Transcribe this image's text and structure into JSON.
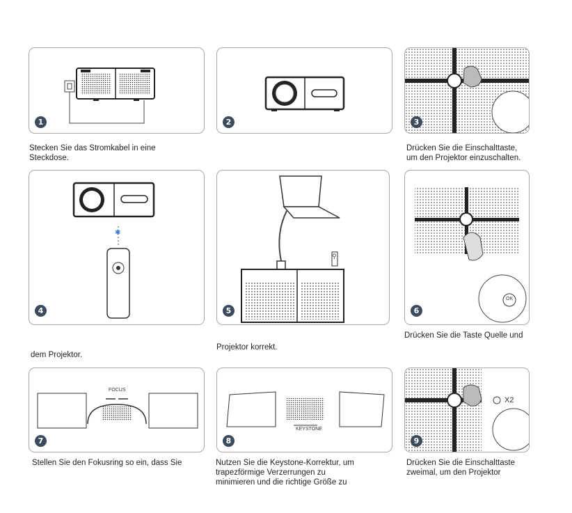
{
  "steps": [
    {
      "number": "1",
      "caption": [
        "Stecken Sie das Stromkabel in eine",
        "Steckdose."
      ]
    },
    {
      "number": "2",
      "caption": []
    },
    {
      "number": "3",
      "caption": [
        "Drücken Sie die Einschalttaste,",
        "um den Projektor einzuschalten."
      ]
    },
    {
      "number": "4",
      "caption": [
        "dem Projektor."
      ]
    },
    {
      "number": "5",
      "caption": [
        "Projektor korrekt."
      ]
    },
    {
      "number": "6",
      "caption": [
        "Drücken Sie die Taste Quelle und"
      ]
    },
    {
      "number": "7",
      "caption": [
        "Stellen Sie den Fokusring so ein, dass Sie"
      ]
    },
    {
      "number": "8",
      "caption": [
        "Nutzen Sie die Keystone-Korrektur, um",
        "trapezförmige Verzerrungen zu",
        "minimieren und die richtige Größe zu"
      ]
    },
    {
      "number": "9",
      "caption": [
        "Drücken Sie die Einschalttaste",
        "zweimal, um den Projektor"
      ]
    }
  ],
  "labels": {
    "focus": "FOCUS",
    "keystone": "KEYSTONE",
    "x2": "X2",
    "ok": "OK"
  },
  "colors": {
    "badge": "#3b4a5c",
    "panel_border": "#a8a8a8",
    "device": "#2b2b2b"
  },
  "icons": [
    "power-outlet-icon",
    "bluetooth-icon",
    "usb-icon",
    "hand-pointer-icon",
    "power-icon"
  ]
}
